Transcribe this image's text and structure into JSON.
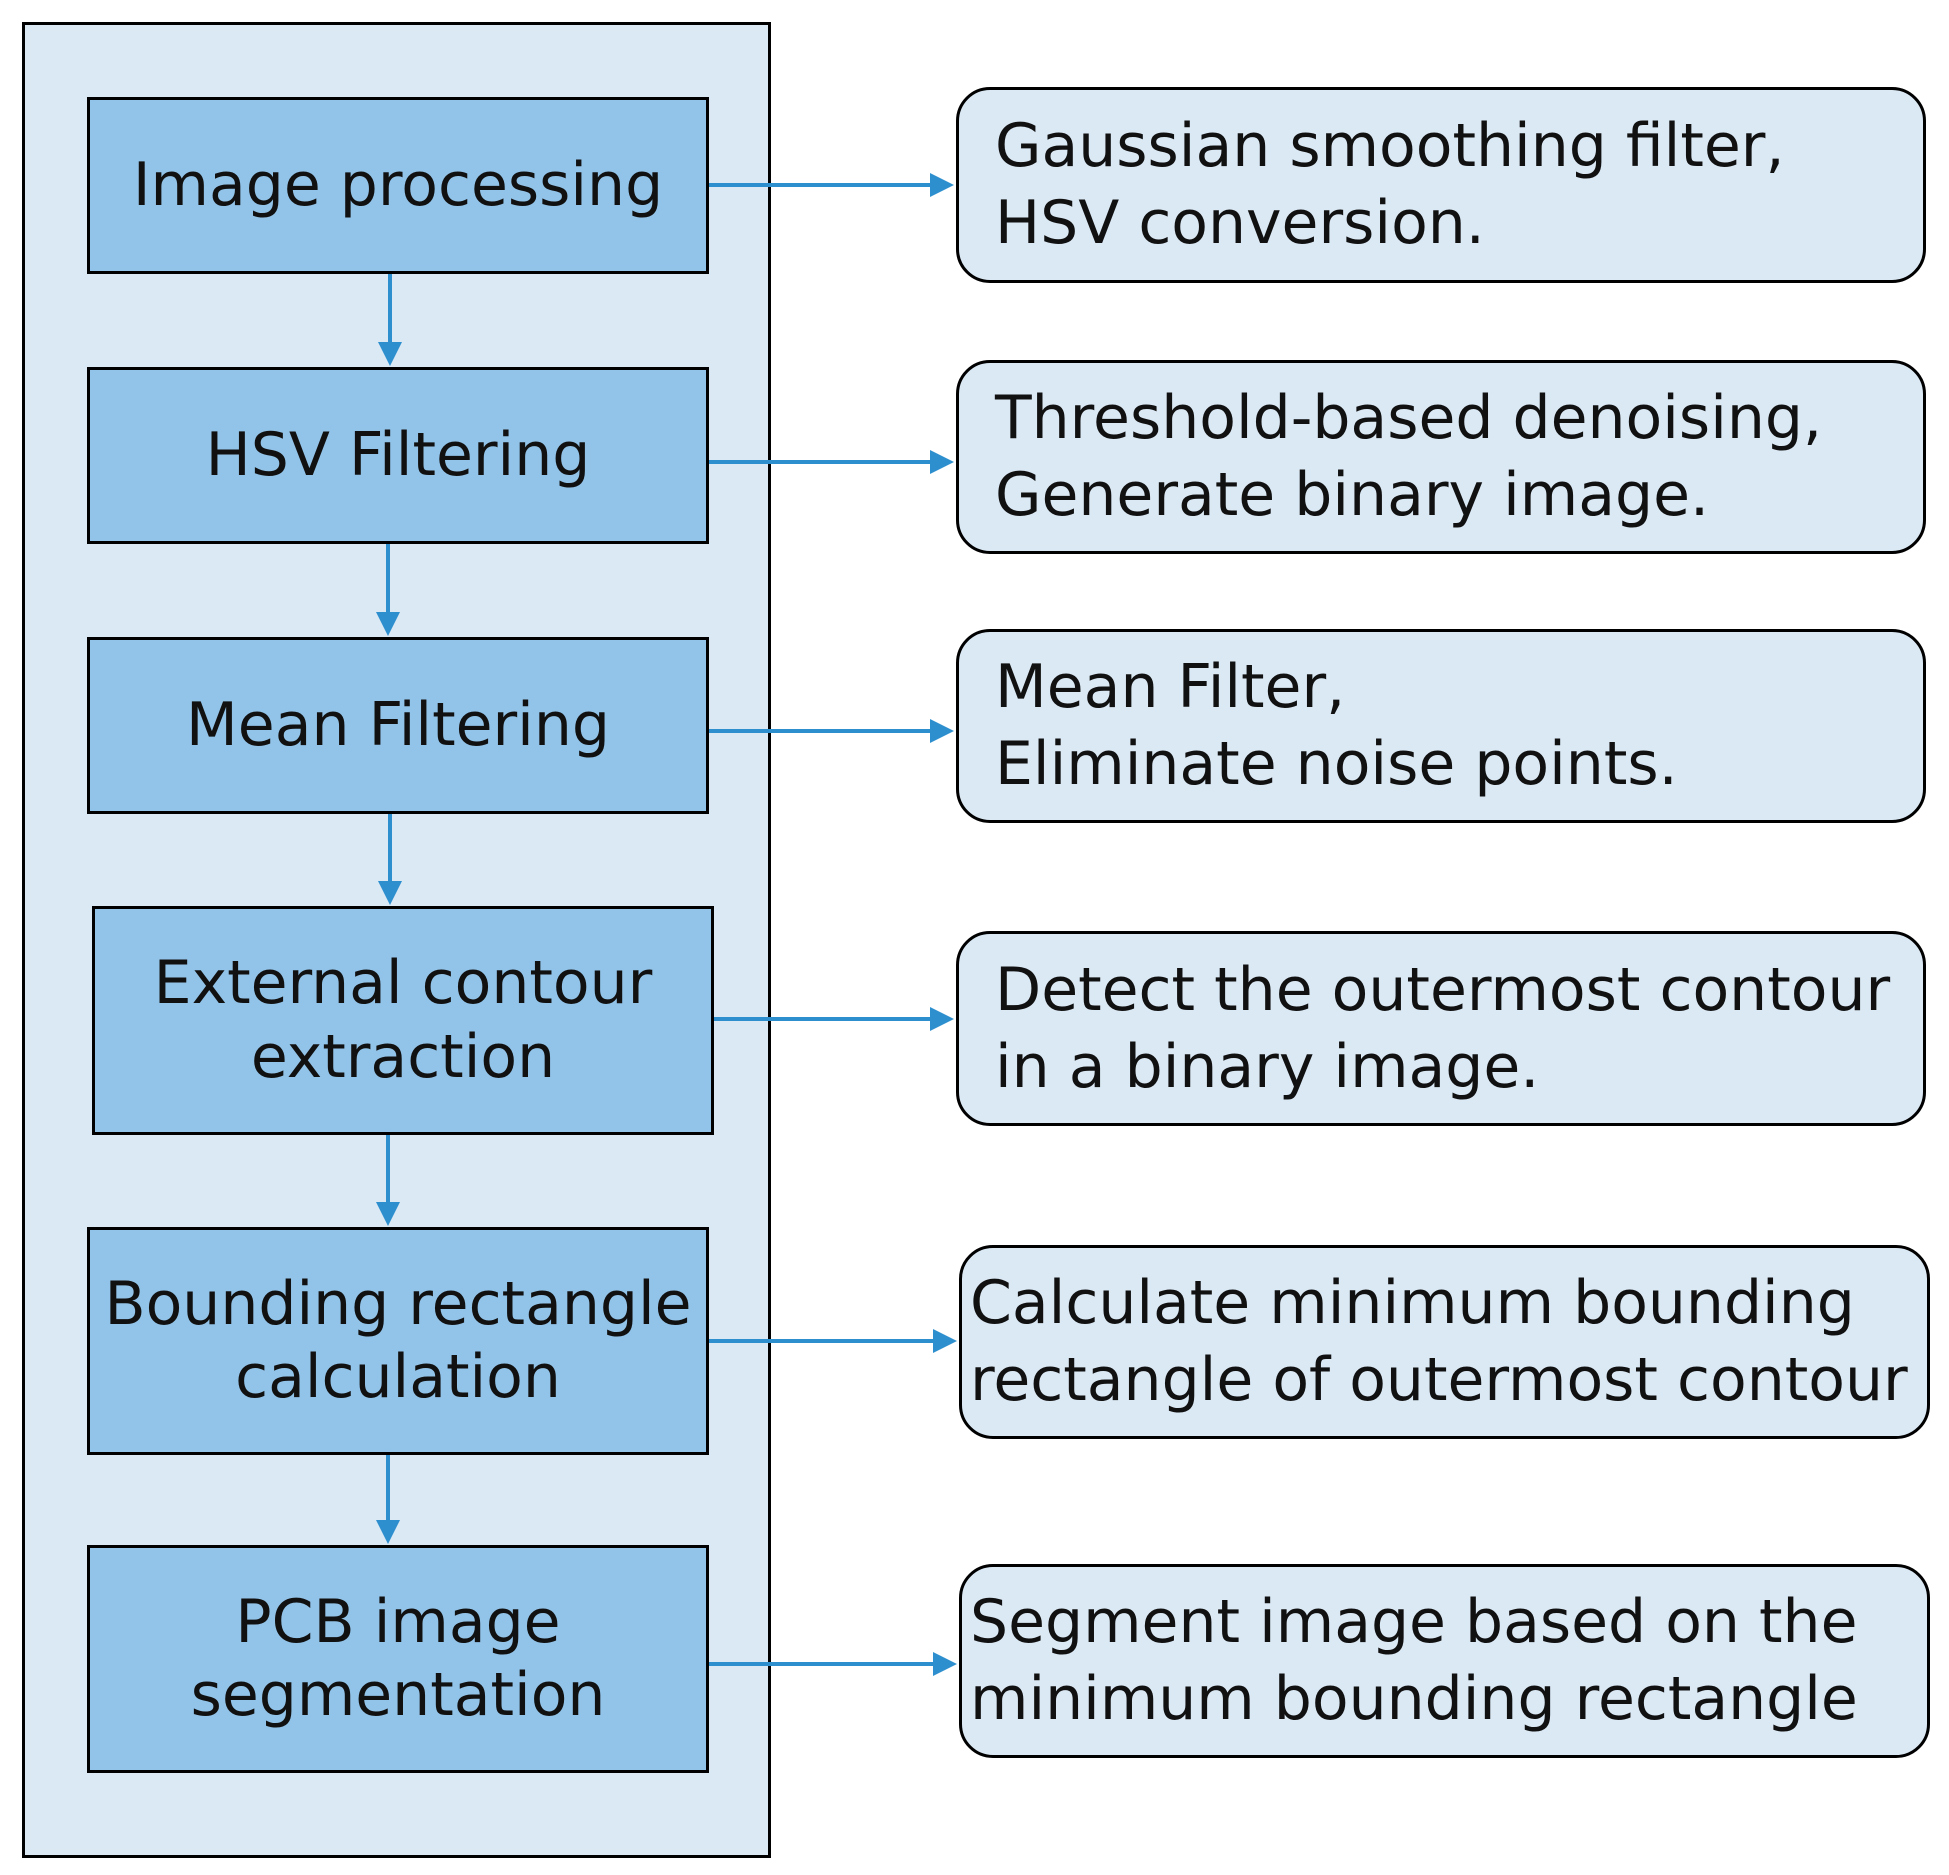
{
  "colors": {
    "panel_fill": "#dbe9f5",
    "step_fill": "#92c3e8",
    "note_fill": "#dbe9f5",
    "arrow": "#2e8fcf",
    "border": "#000000"
  },
  "steps": [
    {
      "label": "Image processing"
    },
    {
      "label": "HSV Filtering"
    },
    {
      "label": "Mean Filtering"
    },
    {
      "label": "External contour\nextraction"
    },
    {
      "label": "Bounding rectangle\ncalculation"
    },
    {
      "label": "PCB image\nsegmentation"
    }
  ],
  "notes": [
    {
      "text": "Gaussian smoothing filter,\nHSV conversion."
    },
    {
      "text": "Threshold-based denoising,\nGenerate binary image."
    },
    {
      "text": "Mean Filter,\nEliminate noise points."
    },
    {
      "text": "Detect the outermost contour\nin a binary image."
    },
    {
      "text": "Calculate minimum bounding\nrectangle of outermost contour"
    },
    {
      "text": "Segment image based on the\nminimum bounding rectangle"
    }
  ]
}
